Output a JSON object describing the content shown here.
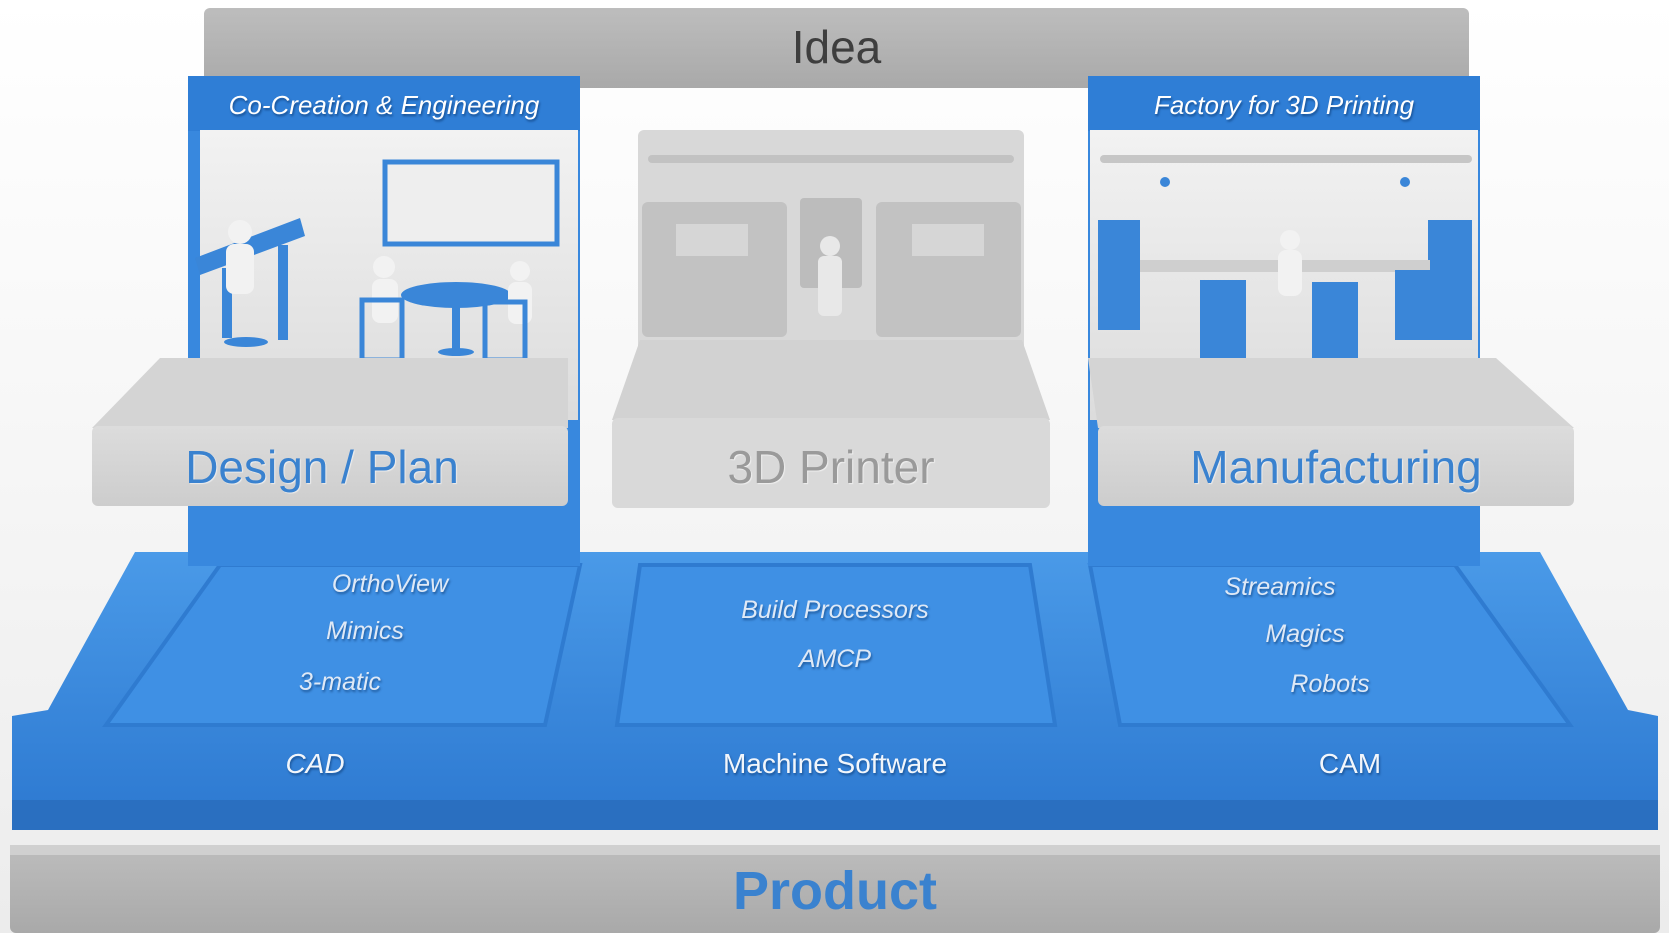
{
  "top_bar": {
    "label": "Idea"
  },
  "bottom_bar": {
    "label": "Product"
  },
  "stations": [
    {
      "band": "Co-Creation & Engineering",
      "stage": "Design / Plan",
      "software": [
        "OrthoView",
        "Mimics",
        "3-matic"
      ],
      "category": "CAD"
    },
    {
      "band": "",
      "stage": "3D Printer",
      "software": [
        "Build Processors",
        "AMCP"
      ],
      "category": "Machine Software"
    },
    {
      "band": "Factory for 3D Printing",
      "stage": "Manufacturing",
      "software": [
        "Streamics",
        "Magics",
        "Robots"
      ],
      "category": "CAM"
    }
  ],
  "colors": {
    "blue": "#3b8be0",
    "blue_dark": "#2a6fc0",
    "gray": "#c6c6c6",
    "gray_light": "#e2e2e2",
    "stage_text": "#3a82cf",
    "inactive_text": "#9a9a9a"
  }
}
